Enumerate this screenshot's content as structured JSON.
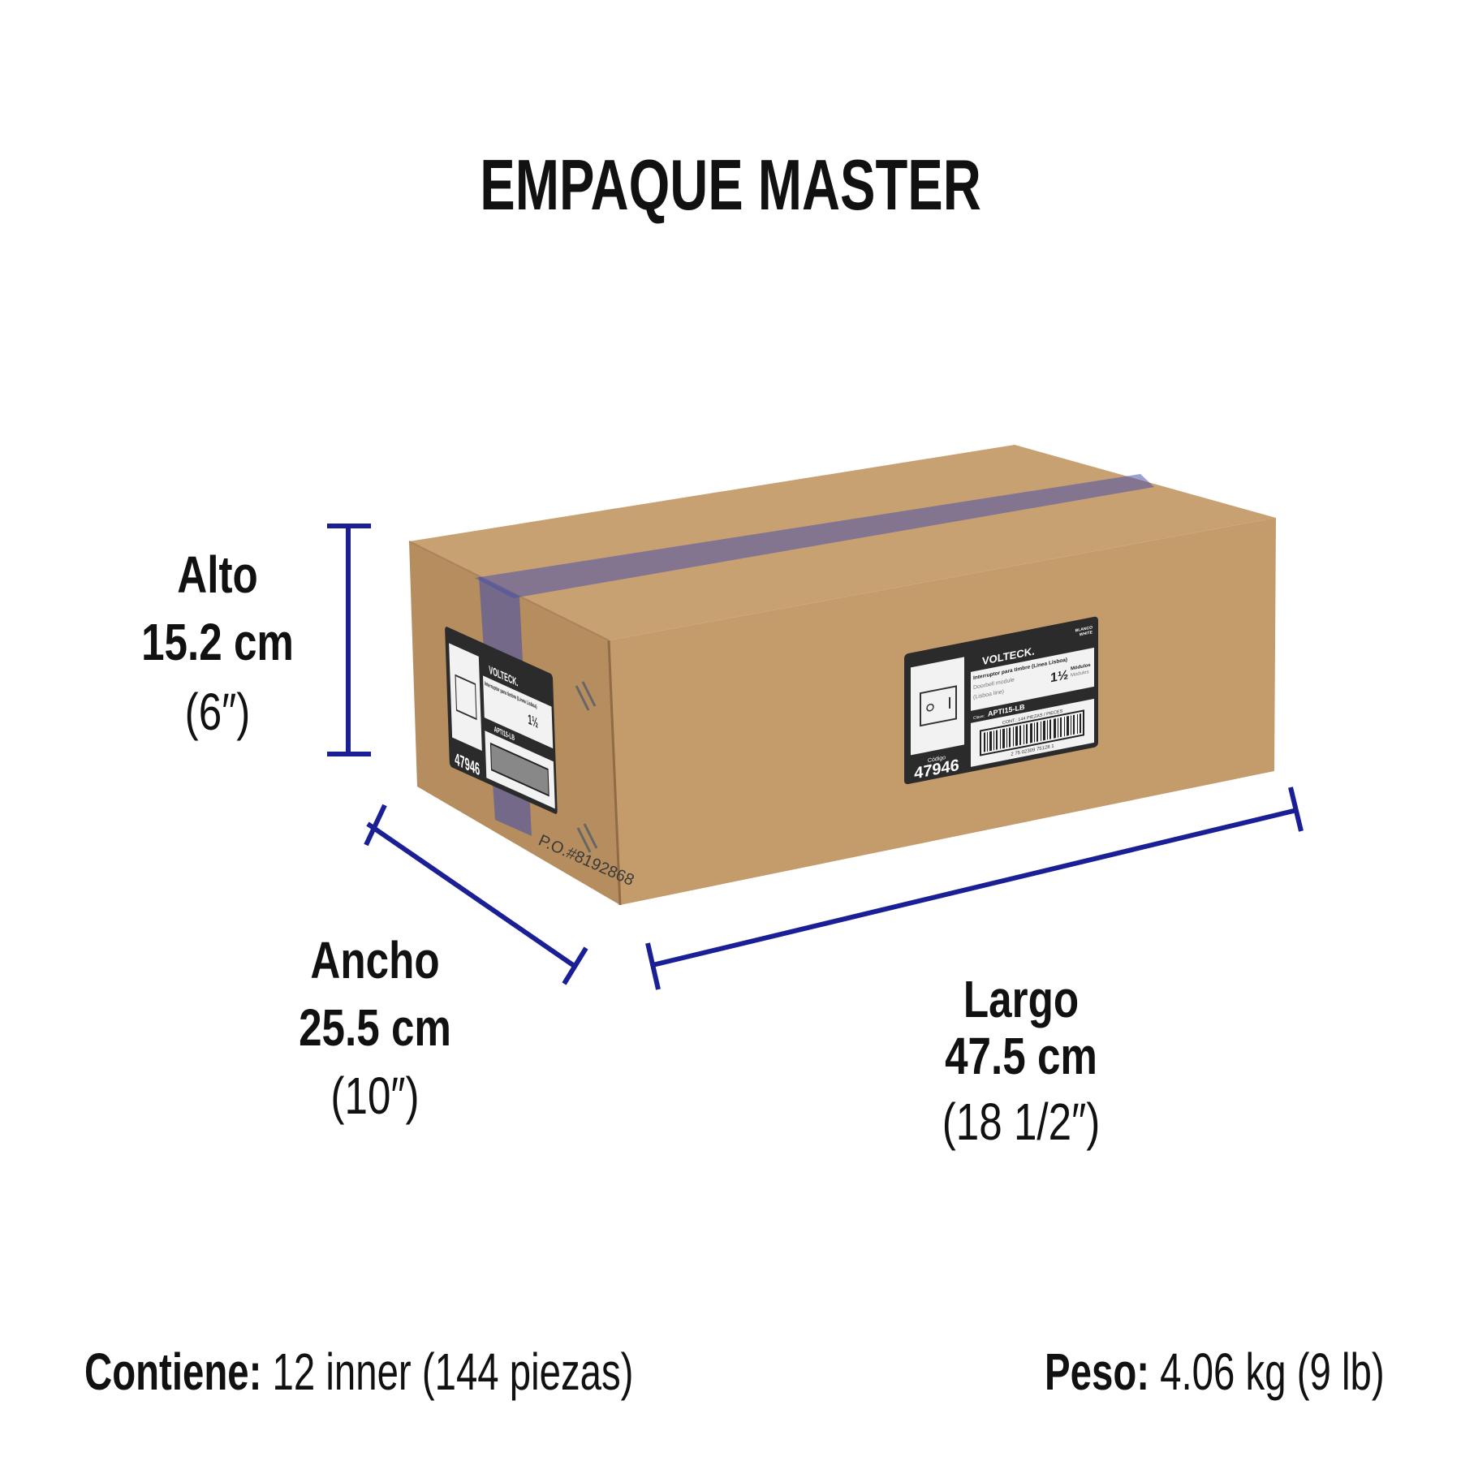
{
  "title": "EMPAQUE MASTER",
  "dimensions": {
    "alto": {
      "label": "Alto",
      "metric": "15.2 cm",
      "imperial": "(6″)"
    },
    "ancho": {
      "label": "Ancho",
      "metric": "25.5 cm",
      "imperial": "(10″)"
    },
    "largo": {
      "label": "Largo",
      "metric": "47.5 cm",
      "imperial": "(18 1/2″)"
    }
  },
  "contents": {
    "label": "Contiene:",
    "value": " 12 inner (144 piezas)"
  },
  "weight": {
    "label": "Peso:",
    "value": " 4.06 kg (9 lb)"
  },
  "box_label": {
    "brand": "VOLTECK.",
    "color_es": "BLANCO",
    "color_en": "WHITE",
    "product_es": "Interruptor para timbre (Linea Lisboa)",
    "product_en_1": "Doorbell module",
    "product_en_2": "(Lisboa line)",
    "modules_value": "1½",
    "modules_es": "Módulos",
    "modules_en": "Modules",
    "clave_label": "Clave:",
    "clave": "APTI15-LB",
    "cont": "CONT.: 144 PIEZAS / PIECES",
    "barcode_number": "2 75 02309 75128 1",
    "codigo_label": "Código",
    "codigo": "47946"
  },
  "po_marking": "P.O.#8192868",
  "colors": {
    "dimension_line": "#1b1f96",
    "cardboard": "#c49c6c",
    "tape": "#4a52a8"
  }
}
